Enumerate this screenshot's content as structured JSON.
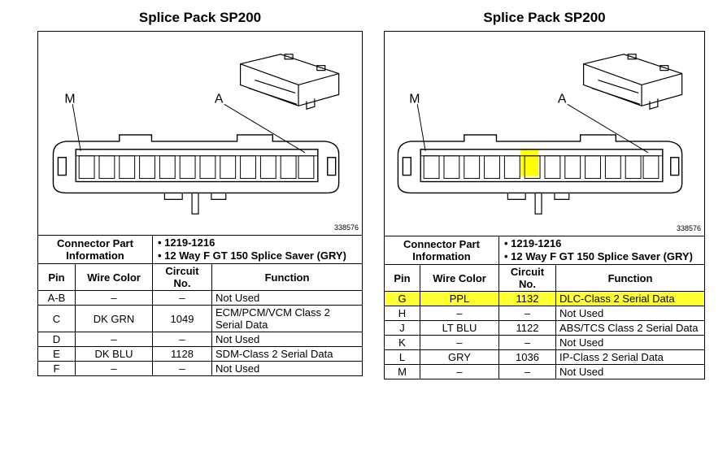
{
  "left": {
    "title": "Splice Pack SP200",
    "label_m": "M",
    "label_a": "A",
    "figure_number": "338576",
    "connector_info_label": "Connector Part Information",
    "connector_info": [
      "• 1219-1216",
      "• 12 Way F GT 150 Splice Saver (GRY)"
    ],
    "headers": [
      "Pin",
      "Wire Color",
      "Circuit No.",
      "Function"
    ],
    "rows": [
      [
        "A-B",
        "–",
        "–",
        "Not Used"
      ],
      [
        "C",
        "DK GRN",
        "1049",
        "ECM/PCM/VCM Class 2 Serial Data"
      ],
      [
        "D",
        "–",
        "–",
        "Not Used"
      ],
      [
        "E",
        "DK BLU",
        "1128",
        "SDM-Class 2 Serial Data"
      ],
      [
        "F",
        "–",
        "–",
        "Not Used"
      ]
    ]
  },
  "right": {
    "title": "Splice Pack SP200",
    "label_m": "M",
    "label_a": "A",
    "figure_number": "338576",
    "connector_info_label": "Connector Part Information",
    "connector_info": [
      "• 1219-1216",
      "• 12 Way F GT 150 Splice Saver (GRY)"
    ],
    "headers": [
      "Pin",
      "Wire Color",
      "Circuit No.",
      "Function"
    ],
    "rows": [
      [
        "G",
        "PPL",
        "1132",
        "DLC-Class 2 Serial Data"
      ],
      [
        "H",
        "–",
        "–",
        "Not Used"
      ],
      [
        "J",
        "LT BLU",
        "1122",
        "ABS/TCS Class 2 Serial Data"
      ],
      [
        "K",
        "–",
        "–",
        "Not Used"
      ],
      [
        "L",
        "GRY",
        "1036",
        "IP-Class 2 Serial Data"
      ],
      [
        "M",
        "–",
        "–",
        "Not Used"
      ]
    ],
    "highlight_color": "#ffff00"
  }
}
